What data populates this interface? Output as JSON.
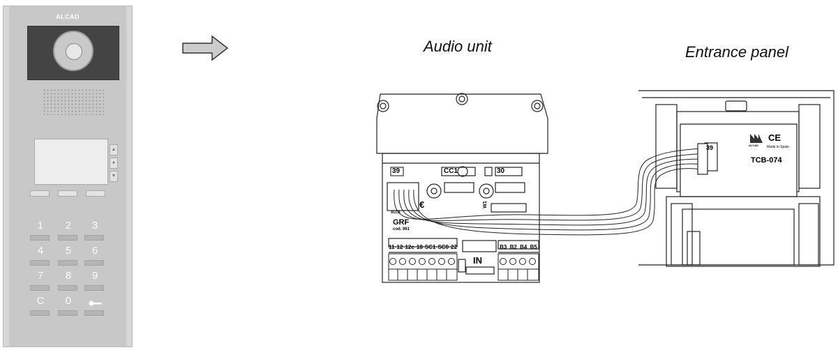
{
  "panel": {
    "brand": "ALCAD",
    "keys": [
      "1",
      "2",
      "3",
      "4",
      "5",
      "6",
      "7",
      "8",
      "9",
      "C",
      "0"
    ],
    "key_last_icon": "key-icon",
    "nav_icons": [
      "arrow-up-icon",
      "circle-icon",
      "arrow-down-icon"
    ]
  },
  "labels": {
    "audio_unit": "Audio unit",
    "entrance_panel": "Entrance panel"
  },
  "audio_unit": {
    "top_terminals": [
      "39",
      "CC1",
      "30"
    ],
    "model": "GRF",
    "code": "cod. 961",
    "bottom_terminals": [
      "11",
      "12",
      "12c",
      "18",
      "SC1",
      "SC0",
      "22"
    ],
    "right_terminals": [
      "B3",
      "B2",
      "B4",
      "B5"
    ],
    "in_label": "IN",
    "ce_mark": "€",
    "logo_mark": "ALCA",
    "w_label": "W1"
  },
  "entrance_panel": {
    "terminal": "39",
    "ce_mark": "CE",
    "made_in": "Made in Spain",
    "logo": "ALCAD",
    "model": "TCB-074"
  }
}
